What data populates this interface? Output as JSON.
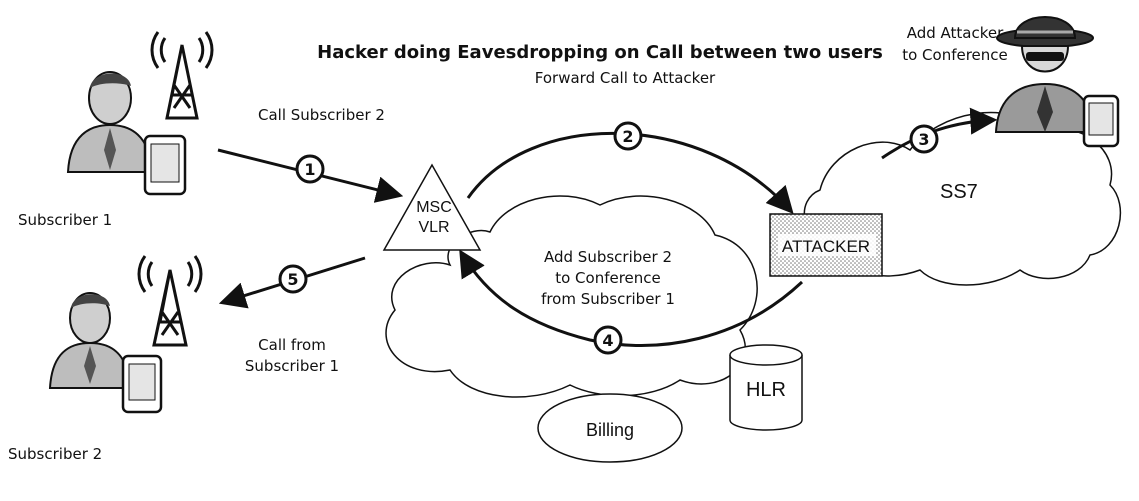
{
  "title": "Hacker doing Eavesdropping on Call between two users",
  "labels": {
    "forward_call": "Forward Call to Attacker",
    "add_attacker_line1": "Add Attacker",
    "add_attacker_line2": "to Conference",
    "call_subscriber_2": "Call Subscriber 2",
    "add_sub2_line1": "Add Subscriber 2",
    "add_sub2_line2": "to Conference",
    "add_sub2_line3": "from Subscriber 1",
    "call_from_line1": "Call from",
    "call_from_line2": "Subscriber 1"
  },
  "nodes": {
    "subscriber1": "Subscriber 1",
    "subscriber2": "Subscriber 2",
    "msc_line1": "MSC",
    "msc_line2": "VLR",
    "attacker": "ATTACKER",
    "ss7": "SS7",
    "hlr": "HLR",
    "billing": "Billing"
  },
  "steps": {
    "s1": "1",
    "s2": "2",
    "s3": "3",
    "s4": "4",
    "s5": "5"
  }
}
